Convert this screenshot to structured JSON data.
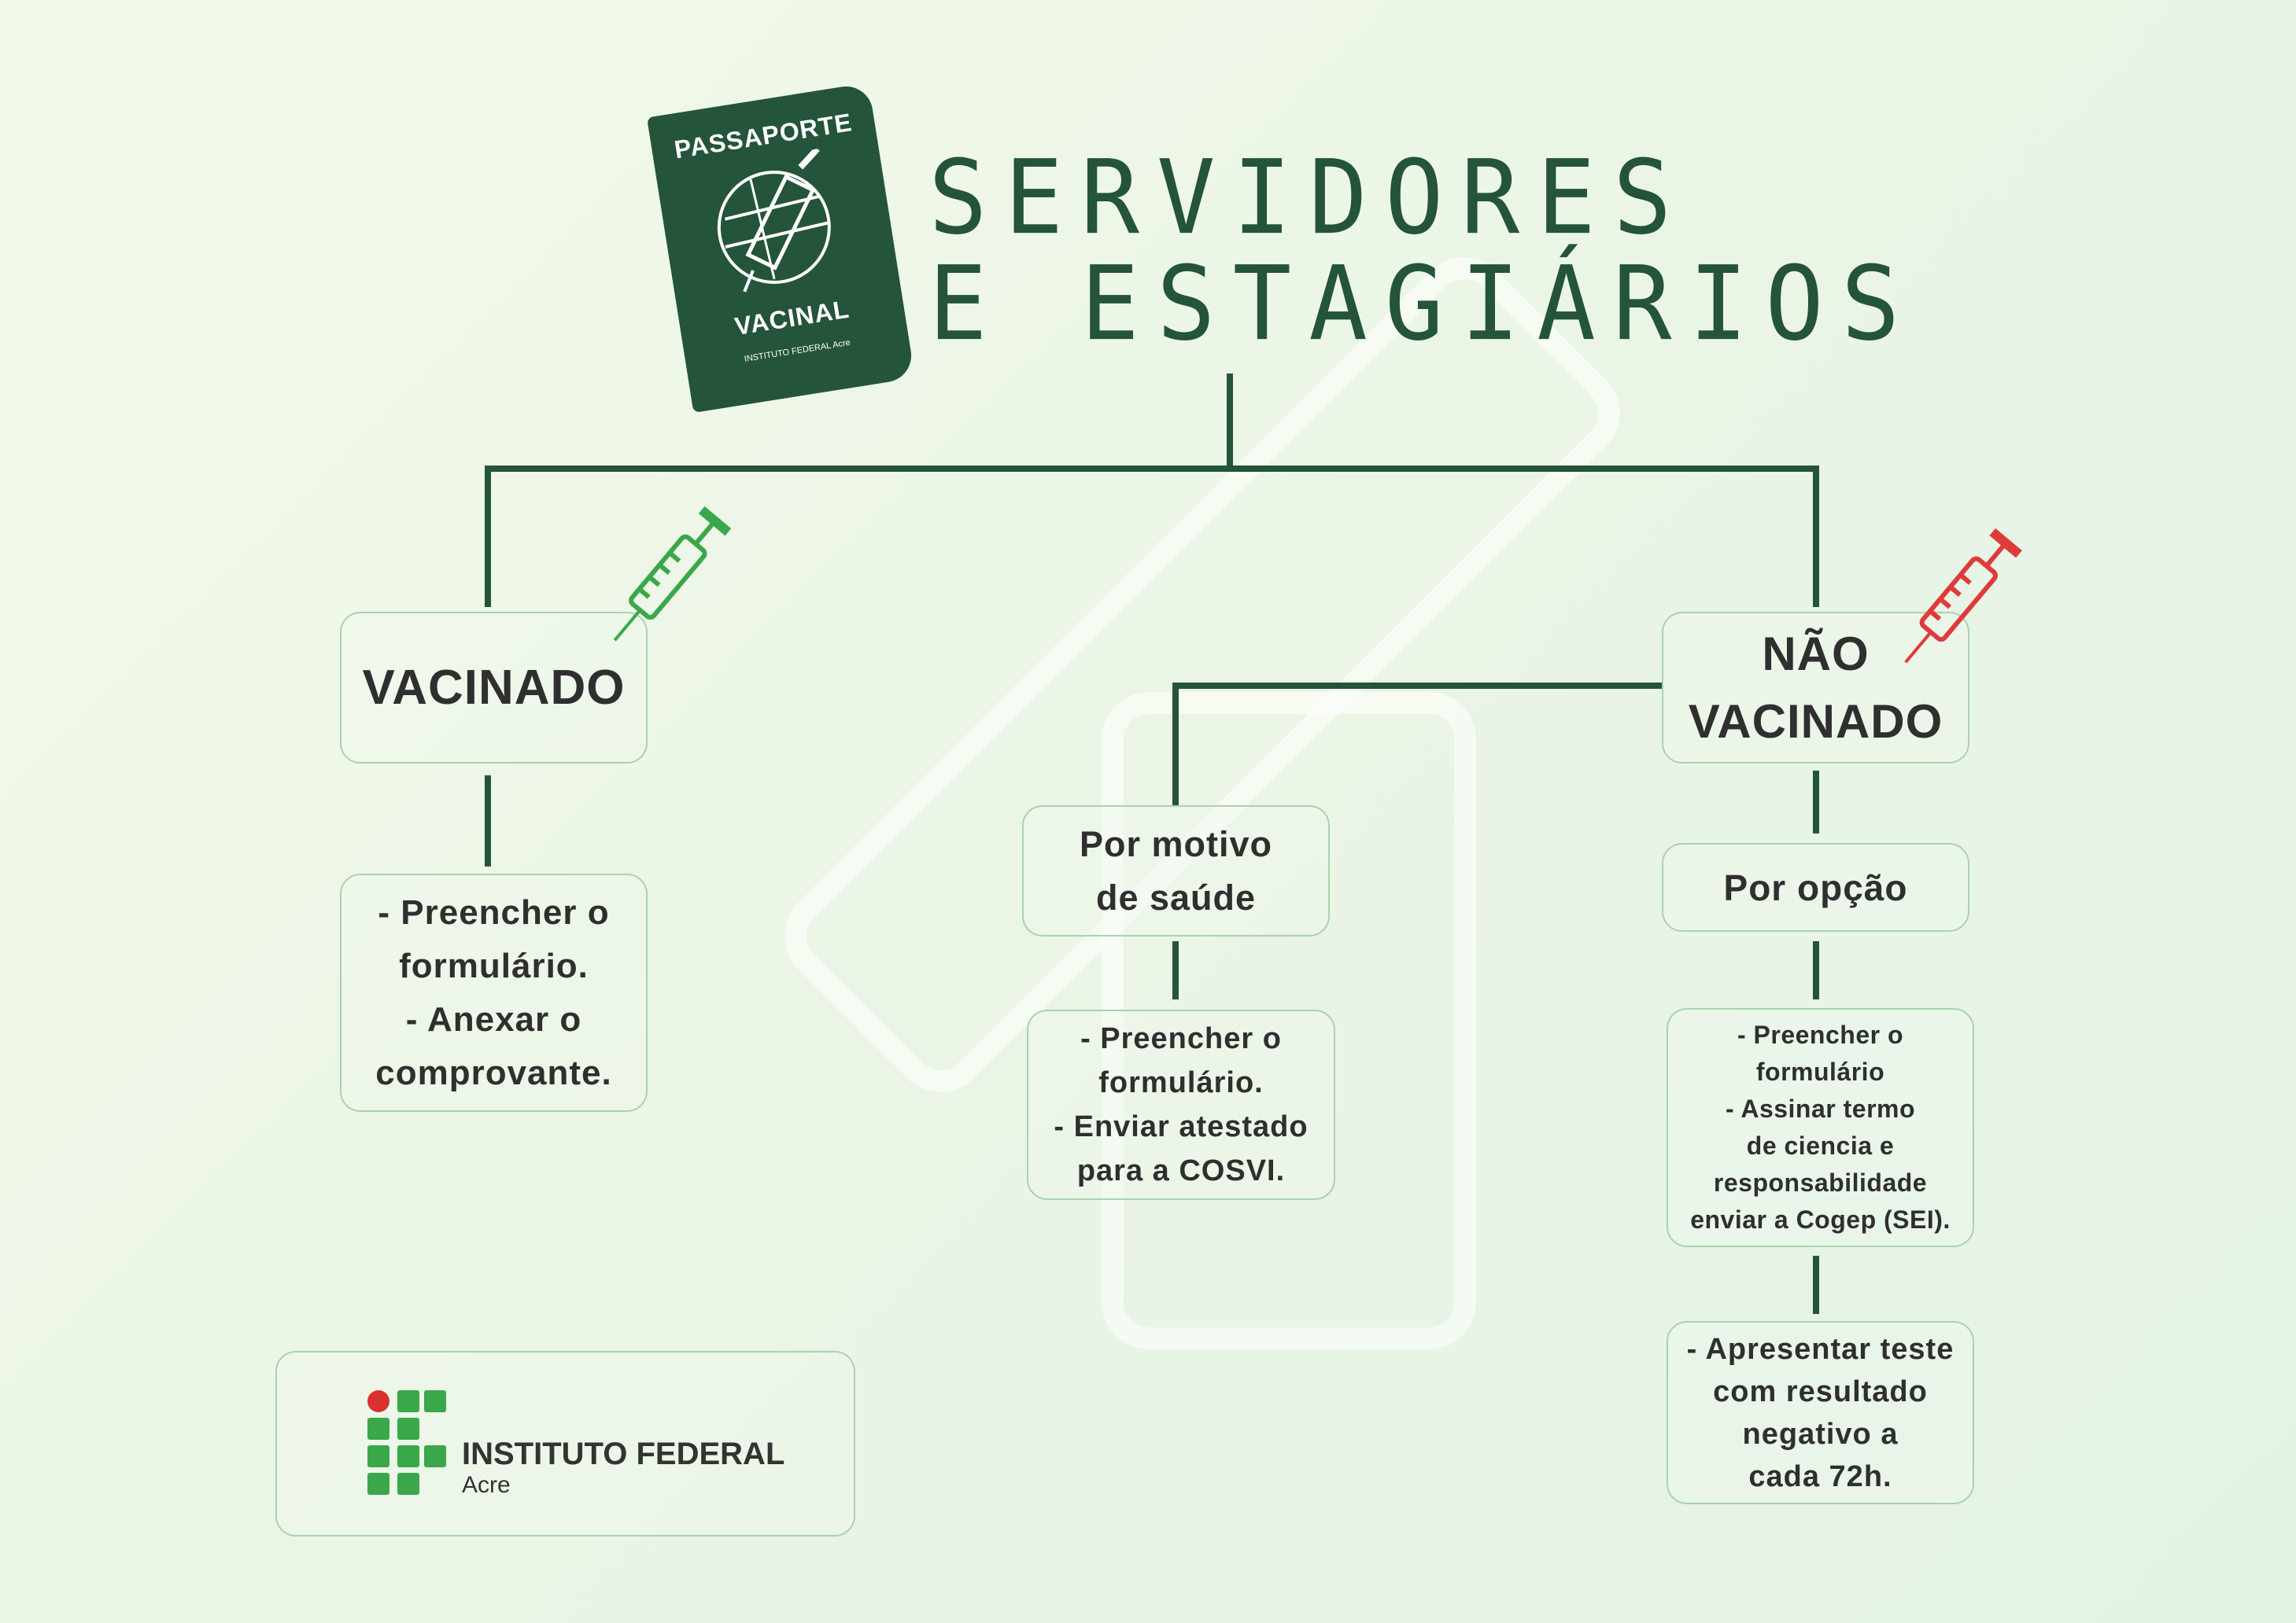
{
  "title": {
    "line1": "SERVIDORES",
    "line2": "E ESTAGIÁRIOS"
  },
  "passport": {
    "top": "PASSAPORTE",
    "bottom": "VACINAL",
    "logo_text": "INSTITUTO FEDERAL",
    "logo_sub": "Acre"
  },
  "vaccinated": {
    "label": "VACINADO",
    "steps": "- Preencher o\nformulário.\n- Anexar o\ncomprovante."
  },
  "not_vaccinated": {
    "label": "NÃO\nVACINADO",
    "health": {
      "label": "Por motivo\nde saúde",
      "steps": "- Preencher o\nformulário.\n- Enviar atestado\npara a COSVI."
    },
    "choice": {
      "label": "Por opção",
      "steps": "- Preencher o\nformulário\n- Assinar termo\nde ciencia e\nresponsabilidade\nenviar a Cogep (SEI).",
      "test": "- Apresentar teste\ncom resultado\nnegativo a\ncada 72h."
    }
  },
  "footer_logo": {
    "name": "INSTITUTO FEDERAL",
    "sub": "Acre"
  },
  "colors": {
    "dark_green": "#24543a",
    "green": "#3aa84a",
    "red": "#e03a3a",
    "text": "#2f2f2f"
  }
}
